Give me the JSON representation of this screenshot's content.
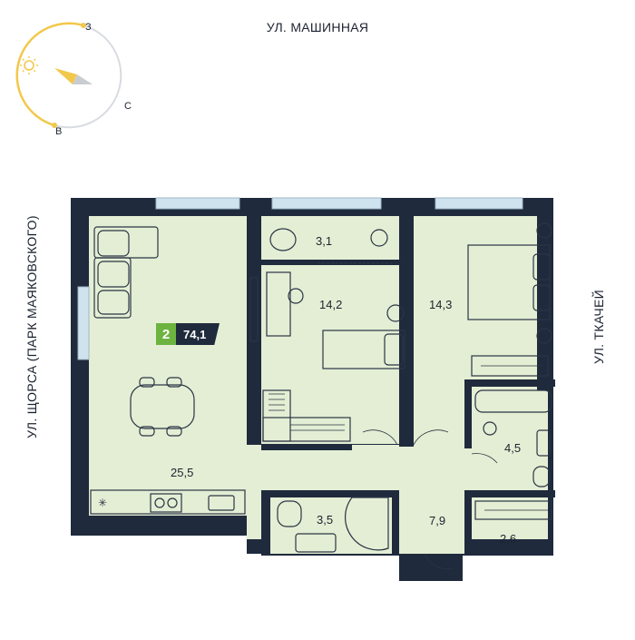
{
  "streets": {
    "top": "УЛ. МАШИННАЯ",
    "left": "УЛ. ЩОРСА (ПАРК МАЯКОВСКОГО)",
    "right": "УЛ. ТКАЧЕЙ"
  },
  "compass": {
    "north": "С",
    "east": "В",
    "west": "З",
    "sun_color": "#f2c84b",
    "arc_color": "#f2c84b"
  },
  "apartment": {
    "rooms": "2",
    "total_area": "74,1",
    "badge_rooms_color": "#6cb33f",
    "badge_area_color": "#1f2a3d"
  },
  "rooms": {
    "living": "25,5",
    "balcony": "3,1",
    "bedroom_small": "14,2",
    "bedroom_large": "14,3",
    "bathroom_large": "4,5",
    "bathroom_small": "3,5",
    "hall": "7,9",
    "storage": "2,6"
  },
  "colors": {
    "wall": "#1f2a3d",
    "floor": "#e4eed4",
    "window": "#cfe3ee",
    "furniture_line": "#2a3445"
  }
}
